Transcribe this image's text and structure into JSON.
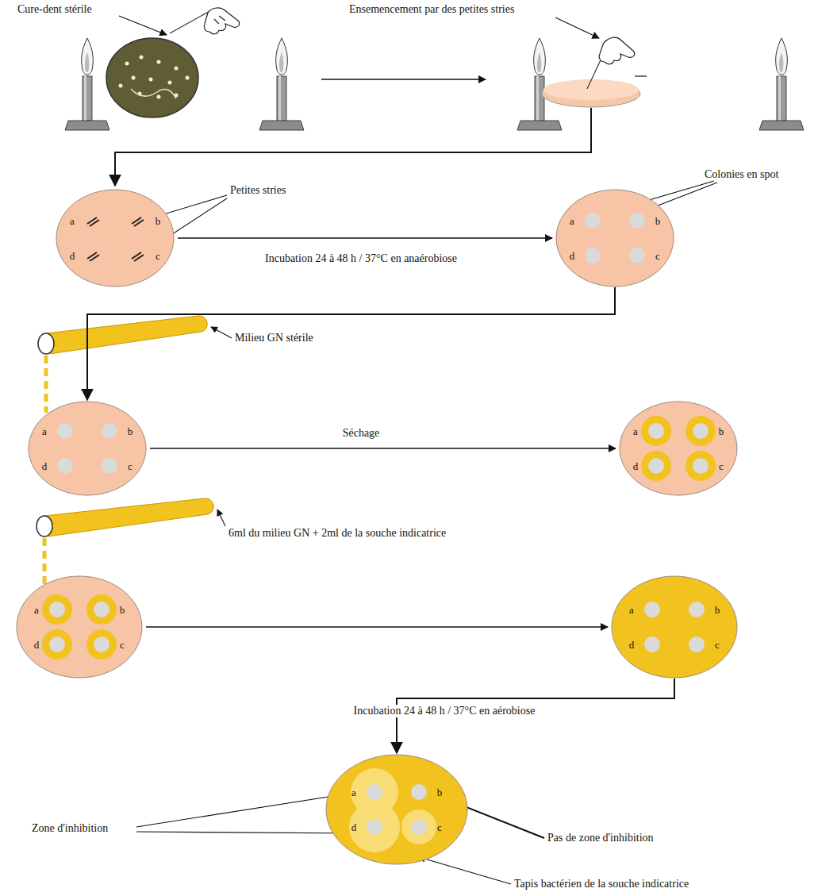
{
  "diagram": {
    "nodes": [
      {
        "text": [
          "a",
          "b",
          "d",
          "c"
        ]
      },
      {
        "text": [
          "a",
          "b",
          "d",
          "c"
        ]
      },
      {
        "text": [
          "a",
          "b",
          "d",
          "c"
        ]
      },
      {
        "text": [
          "a",
          "b",
          "d",
          "c"
        ]
      },
      {
        "text": [
          "a",
          "b",
          "d",
          "c"
        ]
      },
      {
        "text": [
          "a",
          "b",
          "d",
          "c"
        ]
      },
      {
        "text": [
          "a",
          "b",
          "d",
          "c"
        ]
      }
    ],
    "edges": [
      {
        "from": 0,
        "to": 1,
        "arrow": "to",
        "label": "Incubation 24 à 48 h / 37°C en anaérobiose"
      },
      {
        "from": 1,
        "to": 2,
        "arrow": "to"
      },
      {
        "from": 2,
        "to": 3,
        "arrow": "to",
        "label": "Séchage"
      },
      {
        "from": 4,
        "to": 5,
        "arrow": "to"
      },
      {
        "from": 5,
        "to": 6,
        "arrow": "to",
        "label": "Incubation 24 à 48 h / 37°C en aérobiose"
      }
    ],
    "labels": [
      "Cure-dent stérile",
      "Ensemencement par des petites stries",
      "Petites stries",
      "Colonies en spot",
      "Milieu GN stérile",
      "6ml du milieu GN + 2ml de la souche indicatrice",
      "Zone d'inhibition",
      "Pas de zone d'inhibition",
      "Tapis bactérien de la souche indicatrice"
    ]
  }
}
